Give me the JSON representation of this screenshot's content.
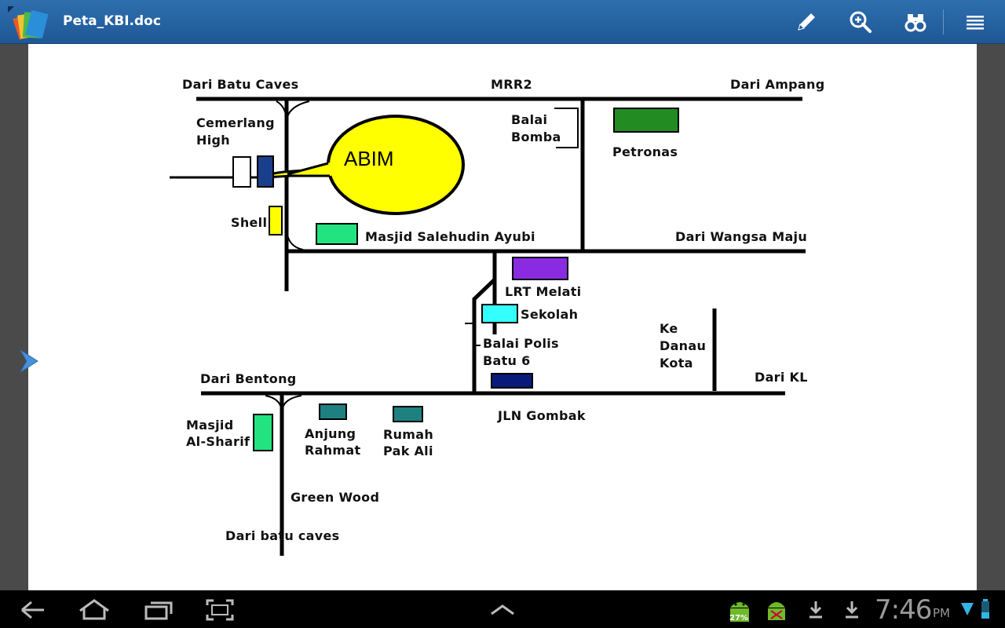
{
  "app": {
    "document_title": "Peta_KBI.doc"
  },
  "toolbar": {
    "icons": [
      "edit-pencil-icon",
      "zoom-in-icon",
      "find-binoculars-icon",
      "menu-icon"
    ]
  },
  "map": {
    "labels": {
      "dari_batu_caves_top": "Dari Batu Caves",
      "mrr2": "MRR2",
      "dari_ampang": "Dari Ampang",
      "cemerlang_1": "Cemerlang",
      "cemerlang_2": "High",
      "abim": "ABIM",
      "balai_bomba_1": "Balai",
      "balai_bomba_2": "Bomba",
      "petronas": "Petronas",
      "shell": "Shell",
      "masjid_salehudin": "Masjid Salehudin Ayubi",
      "dari_wangsa_maju": "Dari Wangsa Maju",
      "lrt_melati": "LRT Melati",
      "sekolah": "Sekolah",
      "balai_polis_1": "Balai Polis",
      "balai_polis_2": "Batu 6",
      "ke_danau_1": "Ke",
      "ke_danau_2": "Danau",
      "ke_danau_3": "Kota",
      "dari_bentong": "Dari Bentong",
      "dari_kl": "Dari KL",
      "masjid_alsharif_1": "Masjid",
      "masjid_alsharif_2": "Al-Sharif",
      "anjung_1": "Anjung",
      "anjung_2": "Rahmat",
      "rumah_1": "Rumah",
      "rumah_2": "Pak Ali",
      "jln_gombak": "JLN Gombak",
      "green_wood": "Green Wood",
      "dari_batu_caves_bottom": "Dari batu caves"
    },
    "colors": {
      "abim": "#ffff00",
      "petronas": "#228b22",
      "masjid": "#22e37f",
      "lrt": "#8a2be2",
      "sekolah": "#33ffff",
      "polis": "#0a1a7a",
      "teal": "#1f8080",
      "cemerlang": "#1a3f8a",
      "shell": "#ffff00"
    }
  },
  "status_bar": {
    "battery_badge": "27%",
    "time": "7:46",
    "ampm": "PM"
  },
  "nav": {
    "icons": [
      "back-icon",
      "home-icon",
      "recent-apps-icon",
      "screenshot-icon",
      "up-chevron-icon"
    ]
  }
}
